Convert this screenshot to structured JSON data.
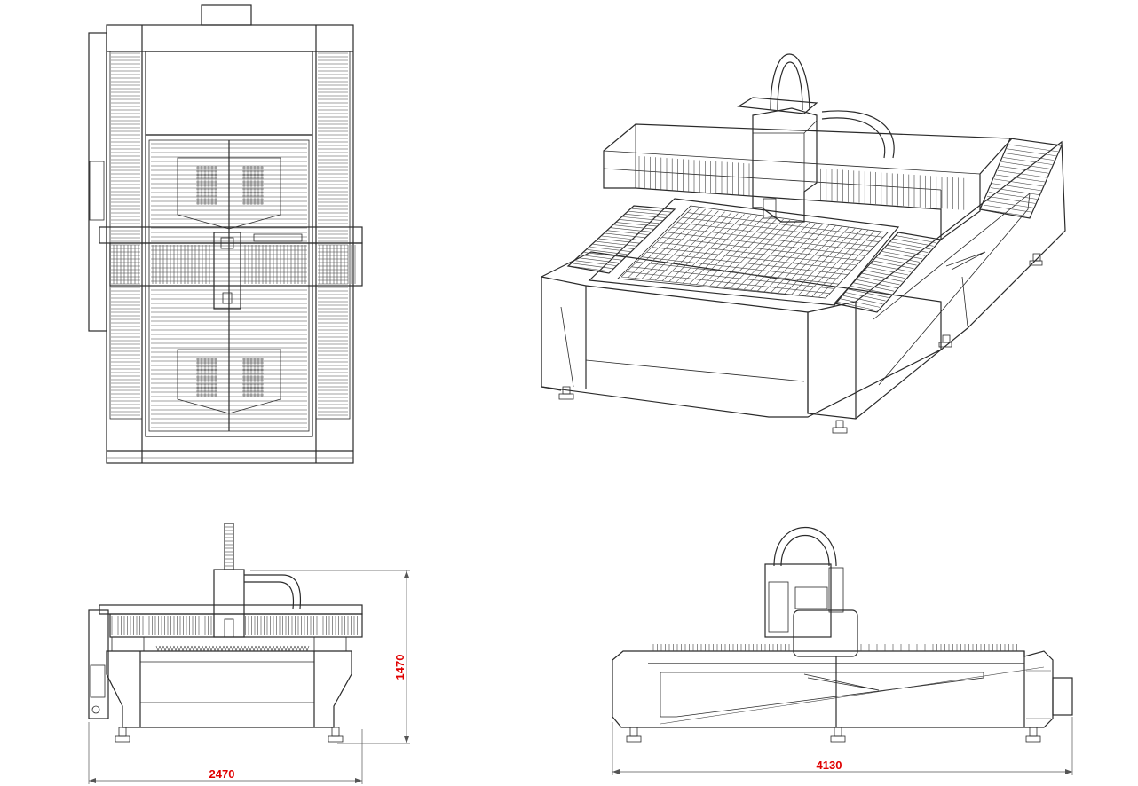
{
  "dimensions": {
    "front_width": "2470",
    "front_height": "1470",
    "side_length": "4130"
  },
  "colors": {
    "line": "#2a2a2a",
    "dimension_text": "#e00000",
    "background": "#ffffff"
  }
}
